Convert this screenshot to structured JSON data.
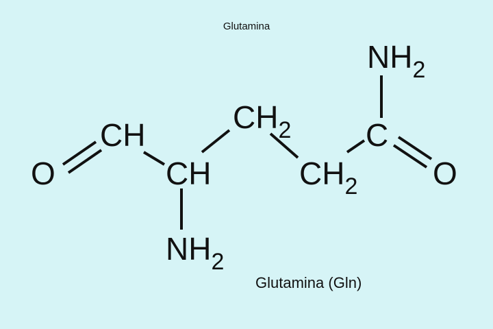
{
  "title": "Glutamina",
  "caption": "Glutamina (Gln)",
  "atoms": {
    "o_left": "O",
    "ch_aldehyde": "CH",
    "ch_alpha": "CH",
    "nh2_alpha_main": "NH",
    "nh2_alpha_sub": "2",
    "ch2_beta_main": "CH",
    "ch2_beta_sub": "2",
    "ch2_gamma_main": "CH",
    "ch2_gamma_sub": "2",
    "c_amide": "C",
    "nh2_amide_main": "NH",
    "nh2_amide_sub": "2",
    "o_right": "O"
  },
  "colors": {
    "background": "#d6f4f6",
    "ink": "#111111"
  }
}
